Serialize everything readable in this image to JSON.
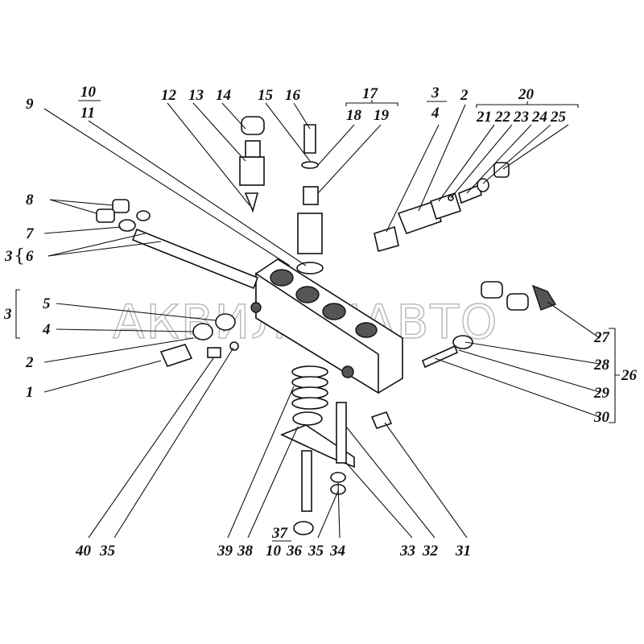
{
  "watermark": "АКВИЛОНАВТО",
  "labels": {
    "l10a": "10",
    "l11a": "11",
    "l12": "12",
    "l13": "13",
    "l14": "14",
    "l15": "15",
    "l16": "16",
    "l17": "17",
    "l18": "18",
    "l19": "19",
    "l3a": "3",
    "l4a": "4",
    "l2a": "2",
    "l20": "20",
    "l21": "21",
    "l22": "22",
    "l23": "23",
    "l24": "24",
    "l25": "25",
    "l9": "9",
    "l8": "8",
    "l7": "7",
    "l3b": "3",
    "l6": "6",
    "l3c": "3",
    "l5": "5",
    "l4b": "4",
    "l2b": "2",
    "l1": "1",
    "l27": "27",
    "l28": "28",
    "l29": "29",
    "l30": "30",
    "l26": "26",
    "l40": "40",
    "l35a": "35",
    "l39": "39",
    "l38": "38",
    "l37": "37",
    "l10b": "10",
    "l36": "36",
    "l35b": "35",
    "l34": "34",
    "l33": "33",
    "l32": "32",
    "l31": "31"
  }
}
